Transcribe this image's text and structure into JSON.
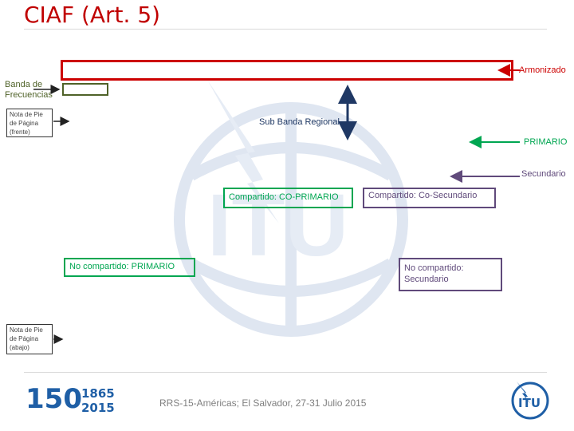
{
  "title": "CIAF (Art. 5)",
  "labels": {
    "banda": [
      "Banda de",
      "Frecuencias"
    ],
    "armonizado": "Armonizado",
    "nota_frente": [
      "Nota de Pie",
      "de Página",
      "(frente)"
    ],
    "sub_banda": "Sub Banda Regional",
    "primario": "PRIMARIO",
    "secundario": "Secundario",
    "compartido_coprimario": "Compartido: CO-PRIMARIO",
    "compartido_cosecundario": "Compartido: Co-Secundario",
    "no_compartido_primario": "No compartido: PRIMARIO",
    "no_compartido_secundario": [
      "No compartido:",
      "Secundario"
    ],
    "nota_abajo": [
      "Nota de Pie",
      "de Página",
      "(abajo)"
    ]
  },
  "footer": {
    "logo_150": "150",
    "years": [
      "1865",
      "2015"
    ],
    "event": "RRS-15-Américas; El Salvador, 27-31 Julio 2015",
    "itu": "ITU"
  },
  "colors": {
    "title": "#c00000",
    "red": "#cc0000",
    "olive": "#4f6228",
    "green": "#00a651",
    "purple": "#604a7b",
    "navy": "#1f3864"
  }
}
